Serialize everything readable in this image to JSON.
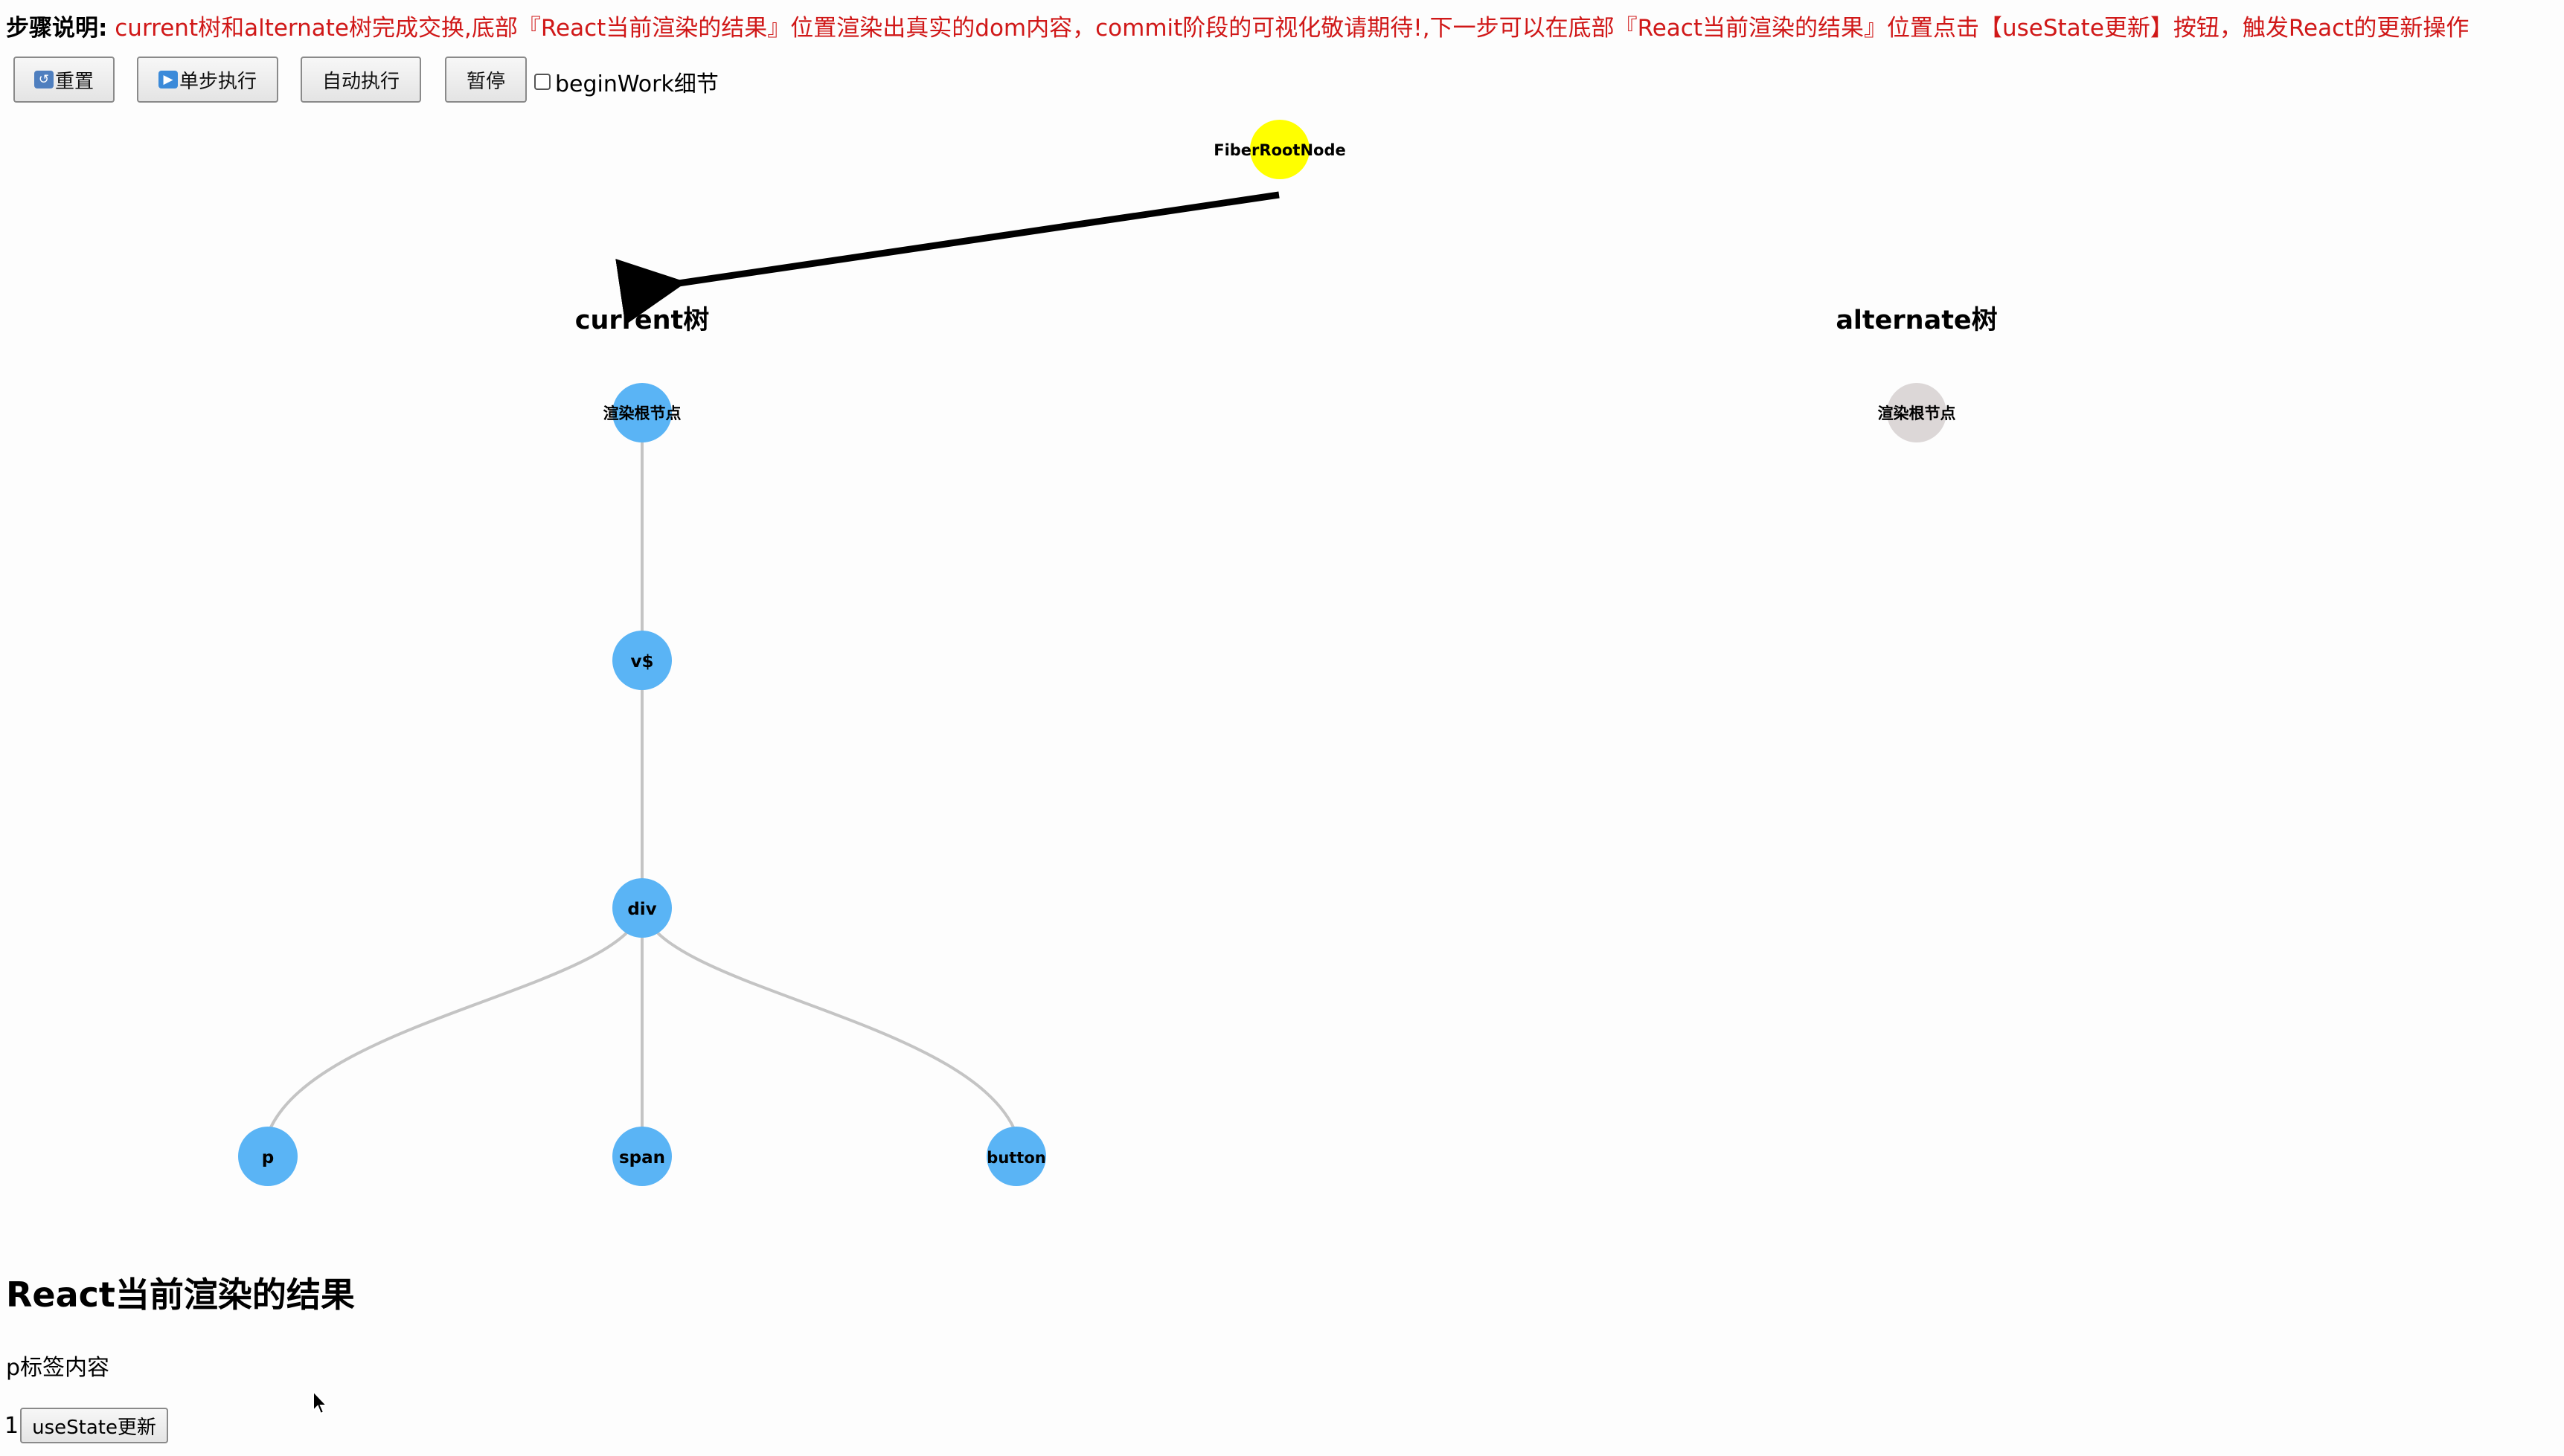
{
  "step": {
    "label": "步骤说明:",
    "text": "current树和alternate树完成交换,底部『React当前渲染的结果』位置渲染出真实的dom内容，commit阶段的可视化敬请期待!,下一步可以在底部『React当前渲染的结果』位置点击【useState更新】按钮，触发React的更新操作"
  },
  "controls": {
    "reset_label": "重置",
    "step_label": "单步执行",
    "auto_label": "自动执行",
    "pause_label": "暂停",
    "detail_label": "beginWork细节",
    "detail_checked": false
  },
  "graph": {
    "root_label": "FiberRootNode",
    "root_color": "#ffff00",
    "current_title": "current树",
    "alternate_title": "alternate树",
    "active_color": "#5ab4f5",
    "inactive_color": "#dcd7d7",
    "current_nodes": [
      "渲染根节点",
      "v$",
      "div",
      "p",
      "span",
      "button"
    ],
    "alternate_nodes": [
      "渲染根节点"
    ]
  },
  "result": {
    "title": "React当前渲染的结果",
    "p_text": "p标签内容",
    "count": "1",
    "update_label": "useState更新"
  }
}
